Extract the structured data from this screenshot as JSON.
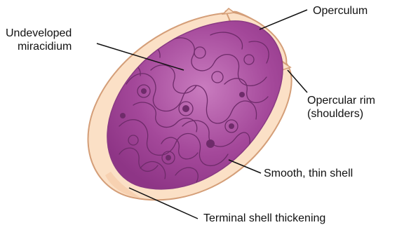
{
  "labels": {
    "operculum": "Operculum",
    "miracidium_line1": "Undeveloped",
    "miracidium_line2": "miracidium",
    "rim_line1": "Opercular rim",
    "rim_line2": "(shoulders)",
    "shell": "Smooth, thin shell",
    "thickening": "Terminal shell thickening"
  },
  "colors": {
    "shell_fill": "#fbe0c6",
    "shell_stroke": "#d49e78",
    "content_fill": "#9b3f92",
    "content_highlight": "#c26fb6",
    "strand": "#6e2b6a",
    "leader": "#111111"
  }
}
